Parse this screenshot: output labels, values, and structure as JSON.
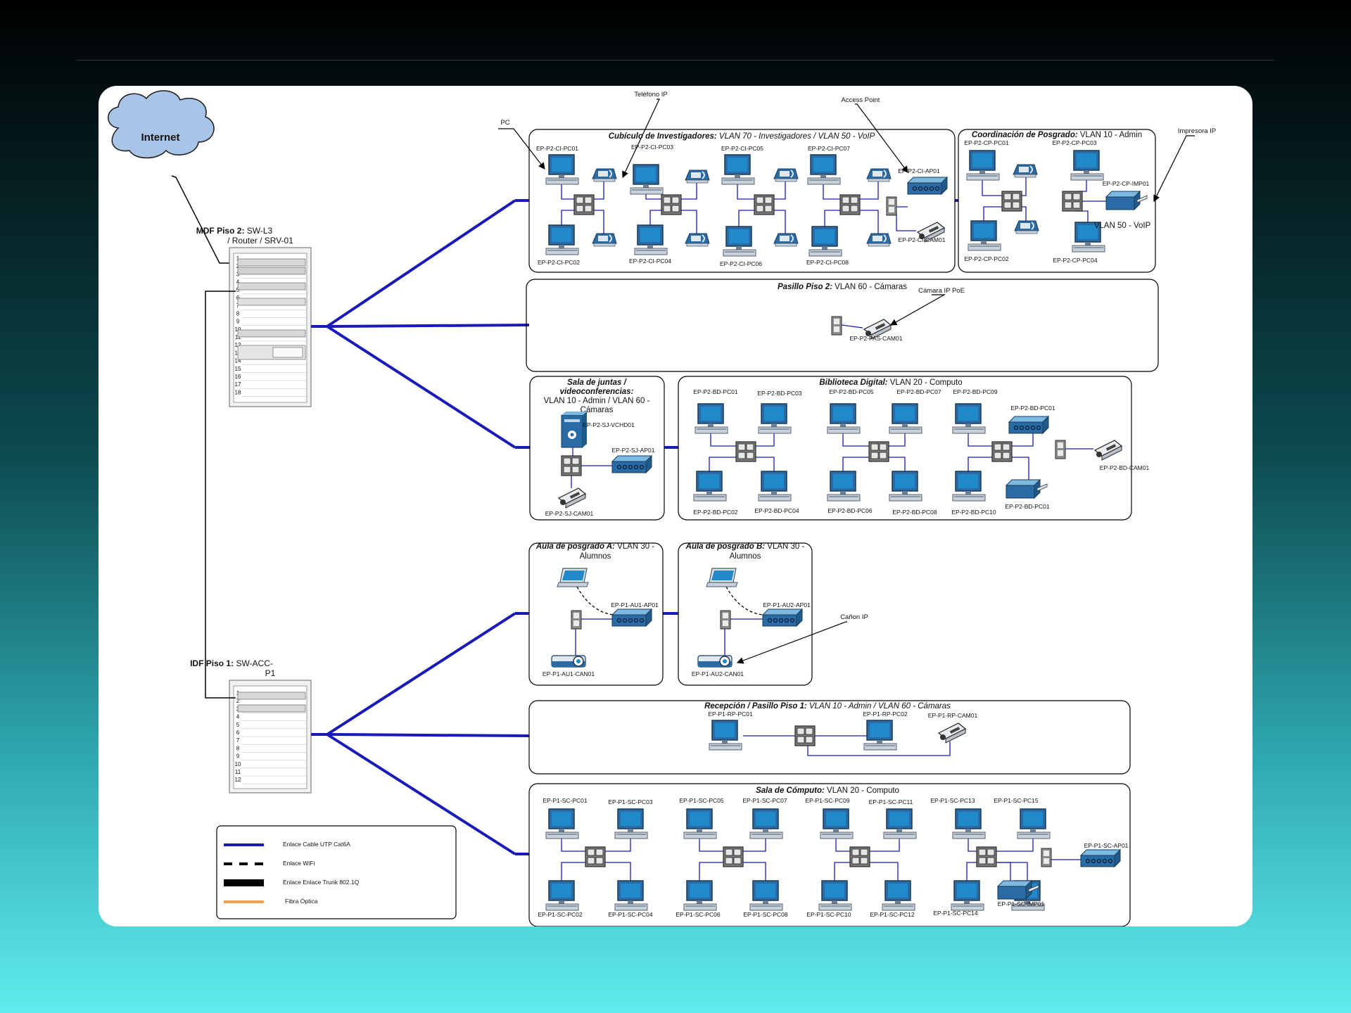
{
  "internet_label": "Internet",
  "mdf": {
    "title_bold": "MDF Piso 2:",
    "title_rest": " SW-L3",
    "title_line2": "/ Router / SRV-01",
    "units": [
      "1",
      "2",
      "3",
      "4",
      "5",
      "6",
      "7",
      "8",
      "9",
      "10",
      "11",
      "12",
      "13",
      "14",
      "15",
      "16",
      "17",
      "18"
    ]
  },
  "idf": {
    "title_bold": "IDF Piso 1:",
    "title_rest": " SW-ACC-",
    "title_line2": "P1",
    "units": [
      "1",
      "2",
      "3",
      "4",
      "5",
      "6",
      "7",
      "8",
      "9",
      "10",
      "11",
      "12"
    ]
  },
  "callouts": {
    "pc": "PC",
    "telefono": "Teléfono IP",
    "access_point": "Access Point",
    "impresora": "Impresora IP",
    "camara": "Cámara IP PoE",
    "canon": "Cañon IP"
  },
  "areas": {
    "ci": {
      "bold": "Cubículo de Investigadores:",
      "rest": " VLAN 70 - Investigadores / VLAN 50 - VoIP",
      "labels": [
        "EP-P2-CI-PC01",
        "EP-P2-CI-PC03",
        "EP-P2-CI-PC05",
        "EP-P2-CI-PC07",
        "EP-P2-CI-AP01",
        "EP-P2-CI-PC02",
        "EP-P2-CI-PC04",
        "EP-P2-CI-PC06",
        "EP-P2-CI-PC08",
        "EP-P2-CI-CAM01"
      ]
    },
    "cp": {
      "bold": "Coordinación de Posgrado:",
      "rest": " VLAN 10 - Admin",
      "voip": "VLAN 50 - VoIP",
      "labels": [
        "EP-P2-CP-PC01",
        "EP-P2-CP-PC03",
        "EP-P2-CP-IMP01",
        "EP-P2-CP-PC02",
        "EP-P2-CP-PC04"
      ]
    },
    "pas": {
      "bold": "Pasillo Piso 2:",
      "rest": " VLAN 60 - Cámaras",
      "labels": [
        "EP-P2-PAS-CAM01"
      ]
    },
    "sj": {
      "bold1": "Sala de juntas /",
      "bold2": "videoconferencias:",
      "rest1": "VLAN 10 - Admin / VLAN 60 -",
      "rest2": "Cámaras",
      "labels": [
        "EP-P2-SJ-VCHD01",
        "EP-P2-SJ-AP01",
        "EP-P2-SJ-CAM01"
      ]
    },
    "bd": {
      "bold": "Biblioteca Digital:",
      "rest": " VLAN 20 - Computo",
      "labels": [
        "EP-P2-BD-PC01",
        "EP-P2-BD-PC03",
        "EP-P2-BD-PC05",
        "EP-P2-BD-PC07",
        "EP-P2-BD-PC09",
        "EP-P2-BD-PC01",
        "EP-P2-BD-PC02",
        "EP-P2-BD-PC04",
        "EP-P2-BD-PC06",
        "EP-P2-BD-PC08",
        "EP-P2-BD-PC10",
        "EP-P2-BD-PC01",
        "EP-P2-BD-CAM01"
      ]
    },
    "au1": {
      "bold": "Aula de posgrado A:",
      "rest": " VLAN 30 -",
      "rest2": "Alumnos",
      "labels": [
        "EP-P1-AU1-AP01",
        "EP-P1-AU1-CAN01"
      ]
    },
    "au2": {
      "bold": "Aula de posgrado B:",
      "rest": " VLAN 30 -",
      "rest2": "Alumnos",
      "labels": [
        "EP-P1-AU2-AP01",
        "EP-P1-AU2-CAN01"
      ]
    },
    "rp": {
      "bold": "Recepción / Pasillo Piso 1:",
      "rest": " VLAN 10 - Admin / VLAN 60 - Cámaras",
      "labels": [
        "EP-P1-RP-PC01",
        "EP-P1-RP-PC02",
        "EP-P1-RP-CAM01"
      ]
    },
    "sc": {
      "bold": "Sala de Cómputo:",
      "rest": " VLAN 20 - Computo",
      "labels": [
        "EP-P1-SC-PC01",
        "EP-P1-SC-PC03",
        "EP-P1-SC-PC05",
        "EP-P1-SC-PC07",
        "EP-P1-SC-PC09",
        "EP-P1-SC-PC11",
        "EP-P1-SC-PC13",
        "EP-P1-SC-PC15",
        "EP-P1-SC-AP01",
        "EP-P1-SC-PC02",
        "EP-P1-SC-PC04",
        "EP-P1-SC-PC06",
        "EP-P1-SC-PC08",
        "EP-P1-SC-PC10",
        "EP-P1-SC-PC12",
        "EP-P1-SC-PC14",
        "EP-P1-SC-IMP01"
      ]
    }
  },
  "legend": [
    {
      "label": "Enlace Cable UTP Cat6A",
      "color": "#1a1ab8"
    },
    {
      "label": "Enlace WiFi",
      "color": "#000000"
    },
    {
      "label": "Enlace Enlace Trunk 802.1Q",
      "color": "#000000"
    },
    {
      "label": "Fibra Óptica",
      "color": "#f0a050"
    }
  ]
}
